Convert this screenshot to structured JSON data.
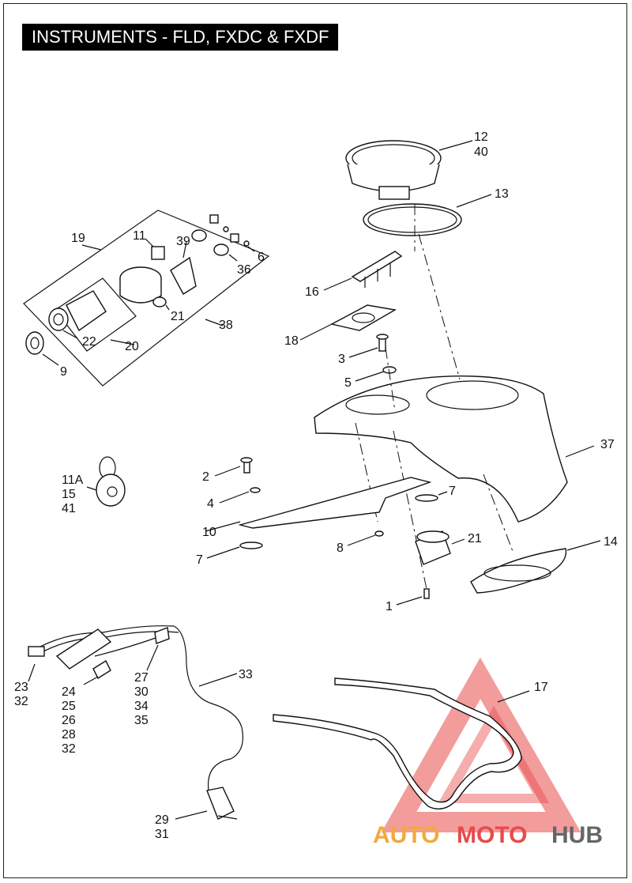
{
  "title": "INSTRUMENTS - FLD, FXDC & FXDF",
  "watermark": {
    "auto": "AUTO",
    "moto": "MOTO",
    "hub": "HUB",
    "colors": {
      "triangle": "#e84a4a",
      "auto": "#f2a93b",
      "moto": "#e84a4a",
      "hub": "#666666"
    }
  },
  "callouts": {
    "c12": "12",
    "c40": "40",
    "c13": "13",
    "c16": "16",
    "c18": "18",
    "c3": "3",
    "c5": "5",
    "c37": "37",
    "c19": "19",
    "c11": "11",
    "c39": "39",
    "c6": "6",
    "c36": "36",
    "c21a": "21",
    "c38": "38",
    "c22": "22",
    "c20": "20",
    "c9": "9",
    "c11A": "11A",
    "c15": "15",
    "c41": "41",
    "c2": "2",
    "c4": "4",
    "c10": "10",
    "c7a": "7",
    "c7b": "7",
    "c8": "8",
    "c21b": "21",
    "c14": "14",
    "c1": "1",
    "c33": "33",
    "c17": "17",
    "c23": "23",
    "c32a": "32",
    "c24": "24",
    "c25": "25",
    "c26": "26",
    "c28": "28",
    "c32b": "32",
    "c27": "27",
    "c30": "30",
    "c34": "34",
    "c35": "35",
    "c29": "29",
    "c31": "31"
  }
}
